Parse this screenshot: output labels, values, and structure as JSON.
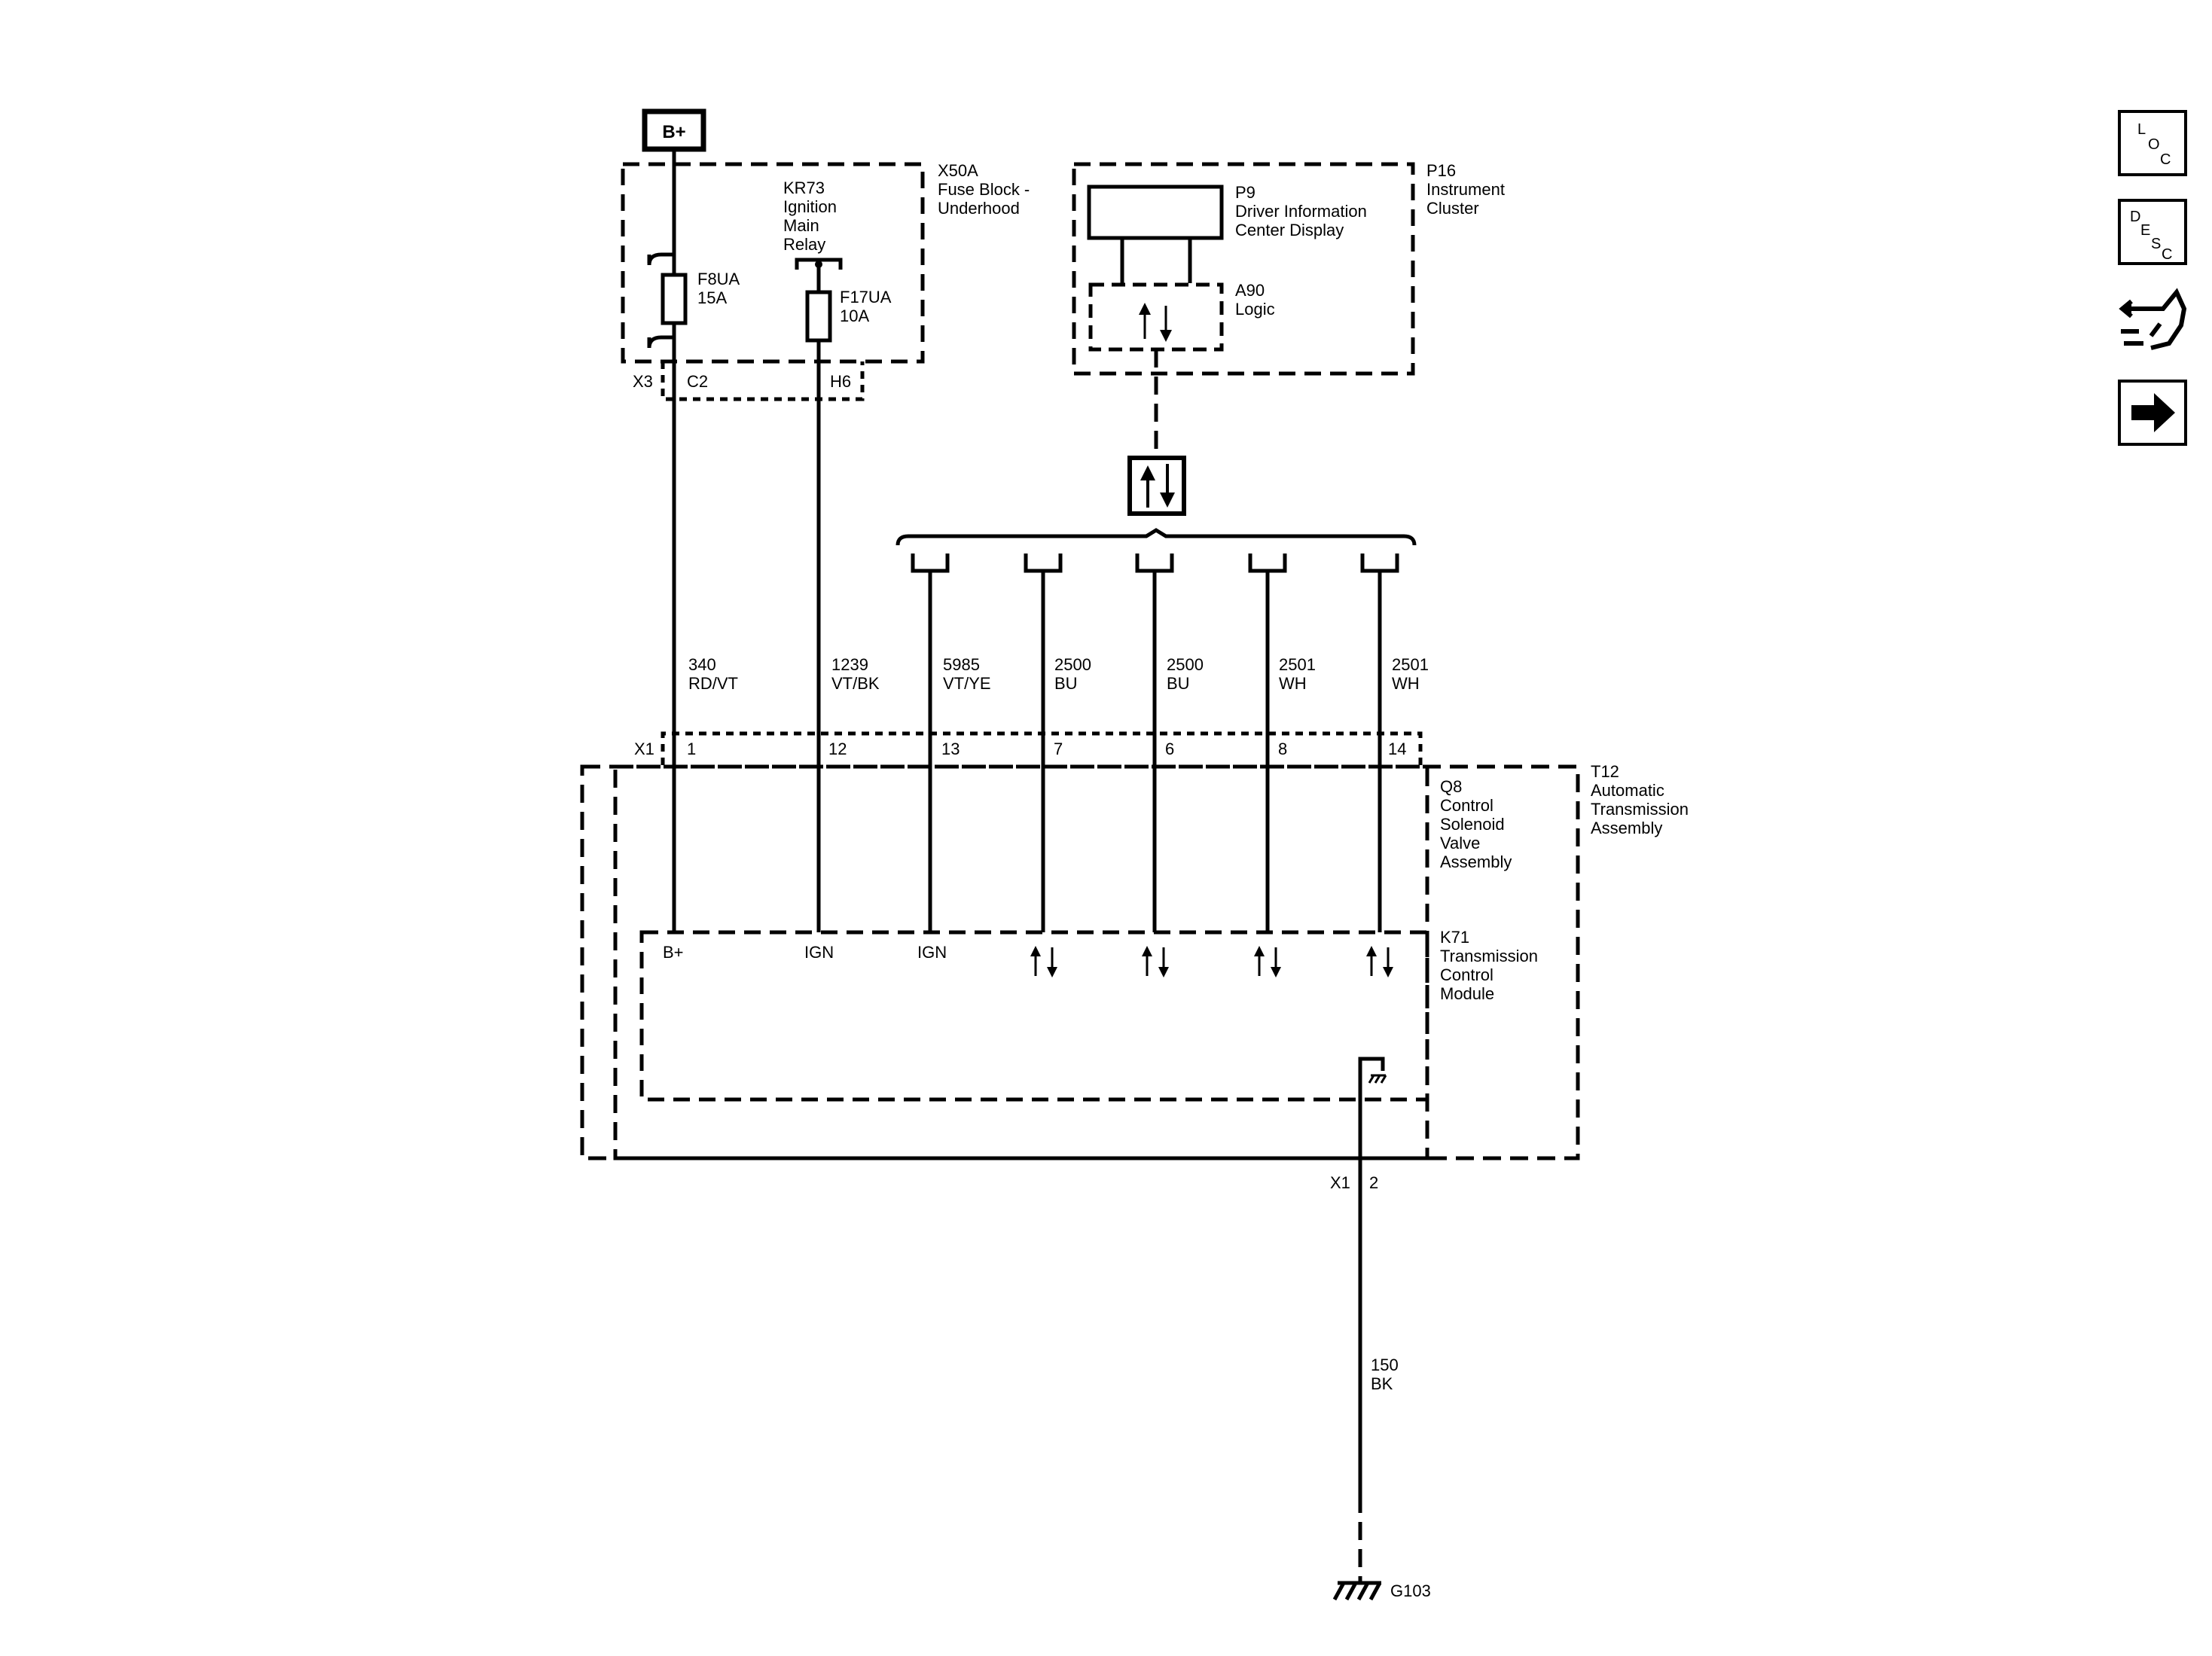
{
  "power": {
    "label": "B+"
  },
  "fuse_block": {
    "id": "X50A",
    "name_lines": [
      "Fuse Block -",
      "Underhood"
    ],
    "relay": {
      "lines": [
        "KR73",
        "Ignition",
        "Main",
        "Relay"
      ]
    },
    "fuses": [
      {
        "id": "F8UA",
        "rating": "15A"
      },
      {
        "id": "F17UA",
        "rating": "10A"
      }
    ],
    "connector": "X3",
    "pins": [
      "C2",
      "H6"
    ]
  },
  "instrument_cluster": {
    "id": "P16",
    "name_lines": [
      "Instrument",
      "Cluster"
    ],
    "display": {
      "id": "P9",
      "name_lines": [
        "Driver Information",
        "Center Display"
      ]
    },
    "logic": {
      "id": "A90",
      "name": "Logic"
    }
  },
  "wires": [
    {
      "circuit": "340",
      "color": "RD/VT",
      "pin": "1",
      "module_label": "B+"
    },
    {
      "circuit": "1239",
      "color": "VT/BK",
      "pin": "12",
      "module_label": "IGN"
    },
    {
      "circuit": "5985",
      "color": "VT/YE",
      "pin": "13",
      "module_label": "IGN"
    },
    {
      "circuit": "2500",
      "color": "BU",
      "pin": "7",
      "module_label": ""
    },
    {
      "circuit": "2500",
      "color": "BU",
      "pin": "6",
      "module_label": ""
    },
    {
      "circuit": "2501",
      "color": "WH",
      "pin": "8",
      "module_label": ""
    },
    {
      "circuit": "2501",
      "color": "WH",
      "pin": "14",
      "module_label": ""
    }
  ],
  "connector_x1": {
    "label": "X1",
    "ground_pin": "2"
  },
  "transmission": {
    "assembly": {
      "id": "T12",
      "name_lines": [
        "Automatic",
        "Transmission",
        "Assembly"
      ]
    },
    "solenoid": {
      "id": "Q8",
      "name_lines": [
        "Control",
        "Solenoid",
        "Valve",
        "Assembly"
      ]
    },
    "module": {
      "id": "K71",
      "name_lines": [
        "Transmission",
        "Control",
        "Module"
      ]
    }
  },
  "ground_wire": {
    "circuit": "150",
    "color": "BK"
  },
  "ground": {
    "id": "G103"
  },
  "side_buttons": {
    "loc": [
      "L",
      "O",
      "C"
    ],
    "desc": [
      "D",
      "E",
      "S",
      "C"
    ],
    "tool_icon": "connector-tool-icon",
    "next_icon": "arrow-right-icon"
  }
}
